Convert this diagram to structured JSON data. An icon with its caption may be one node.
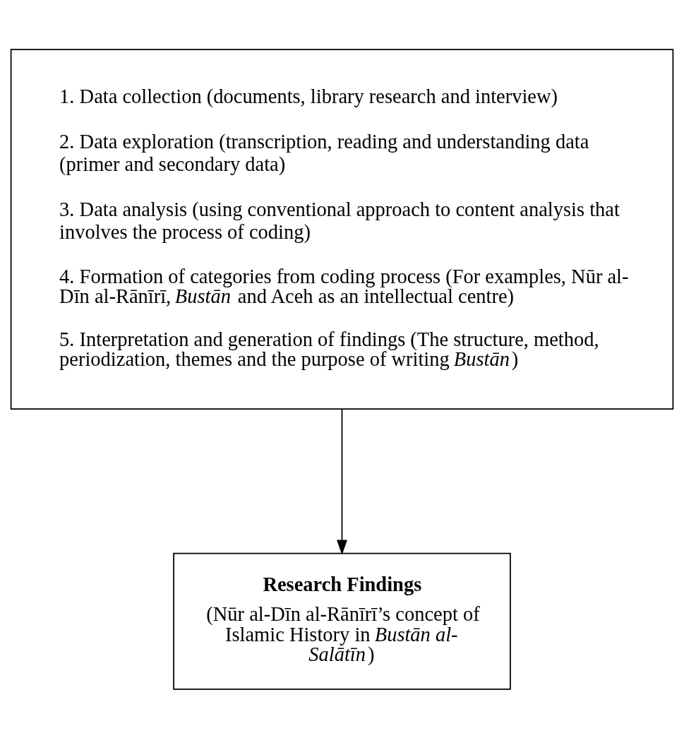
{
  "diagram": {
    "nodes": [
      {
        "text": [
          "1. Data collection (documents, library research and interview)",
          "2. Data exploration (transcription, reading and understanding data (primer and secondary data)",
          "3. Data analysis (using conventional approach to content analysis that involves the process of coding)",
          "4. Formation of categories from coding process (For examples, Nūr al-Dīn al-Rānīrī, *Bustān* and Aceh as an intellectual centre)",
          "5. Interpretation and generation of findings (The structure, method, periodization, themes and the purpose of writing *Bustān*)"
        ]
      },
      {
        "text": [
          "**Research Findings**",
          "(Nūr al-Dīn al-Rānīrī’s concept of Islamic History in *Bustān al-Salātīn*)"
        ]
      }
    ],
    "edges": [
      {
        "from": 0,
        "to": 1,
        "arrow": "to"
      }
    ]
  }
}
